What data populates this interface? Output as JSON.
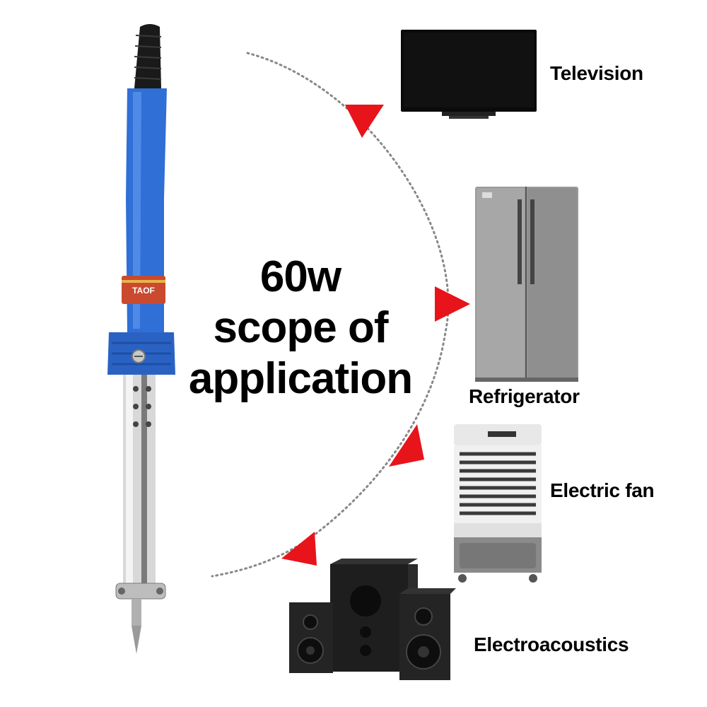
{
  "headline": {
    "line1": "60w",
    "line2": "scope of",
    "line3": "application"
  },
  "applications": [
    {
      "label": "Television",
      "icon": "television-icon"
    },
    {
      "label": "Refrigerator",
      "icon": "refrigerator-icon"
    },
    {
      "label": "Electric fan",
      "icon": "air-cooler-fan-icon"
    },
    {
      "label": "Electroacoustics",
      "icon": "speaker-set-icon"
    }
  ],
  "product": {
    "icon": "soldering-iron-icon",
    "handle_color": "#2f6fd6",
    "grip_color": "#1a1a1a",
    "label_sticker_text": "TAOF"
  },
  "colors": {
    "arrow": "#e8141b",
    "dotted_arc": "#888888",
    "text": "#000000"
  }
}
